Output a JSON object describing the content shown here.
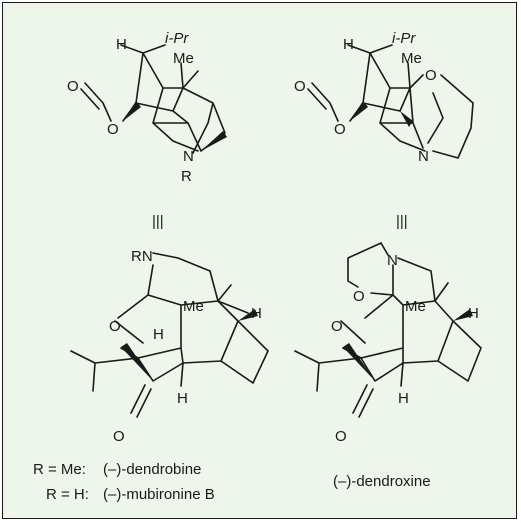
{
  "structures": {
    "top_left": {
      "atoms": {
        "h": "H",
        "ipr": "i-Pr",
        "me": "Me",
        "o_carbonyl": "O",
        "o_ring": "O",
        "n": "N",
        "r": "R"
      }
    },
    "top_right": {
      "atoms": {
        "h": "H",
        "ipr": "i-Pr",
        "me": "Me",
        "o_carbonyl": "O",
        "o_ring": "O",
        "o_ether": "O",
        "n": "N"
      }
    },
    "bottom_left": {
      "atoms": {
        "rn": "RN",
        "h_left": "H",
        "me": "Me",
        "h_right": "H",
        "o_ring": "O",
        "h_bottom": "H",
        "o_carbonyl": "O"
      }
    },
    "bottom_right": {
      "atoms": {
        "o_ether": "O",
        "n": "N",
        "me": "Me",
        "h_right": "H",
        "o_ring": "O",
        "h_bottom": "H",
        "o_carbonyl": "O"
      }
    }
  },
  "equivalence_symbol": "|||",
  "captions": {
    "left_line1_key": "R = Me:",
    "left_line1_value": "(–)-dendrobine",
    "left_line2_key": "R = H:",
    "left_line2_value": "(–)-mubironine B",
    "right": "(–)-dendroxine"
  },
  "colors": {
    "background": "#eef5ea",
    "bond": "#1a1a1a",
    "oxygen": "#e8151b",
    "nitrogen": "#1f2bd6",
    "border": "#1a1a1a"
  }
}
